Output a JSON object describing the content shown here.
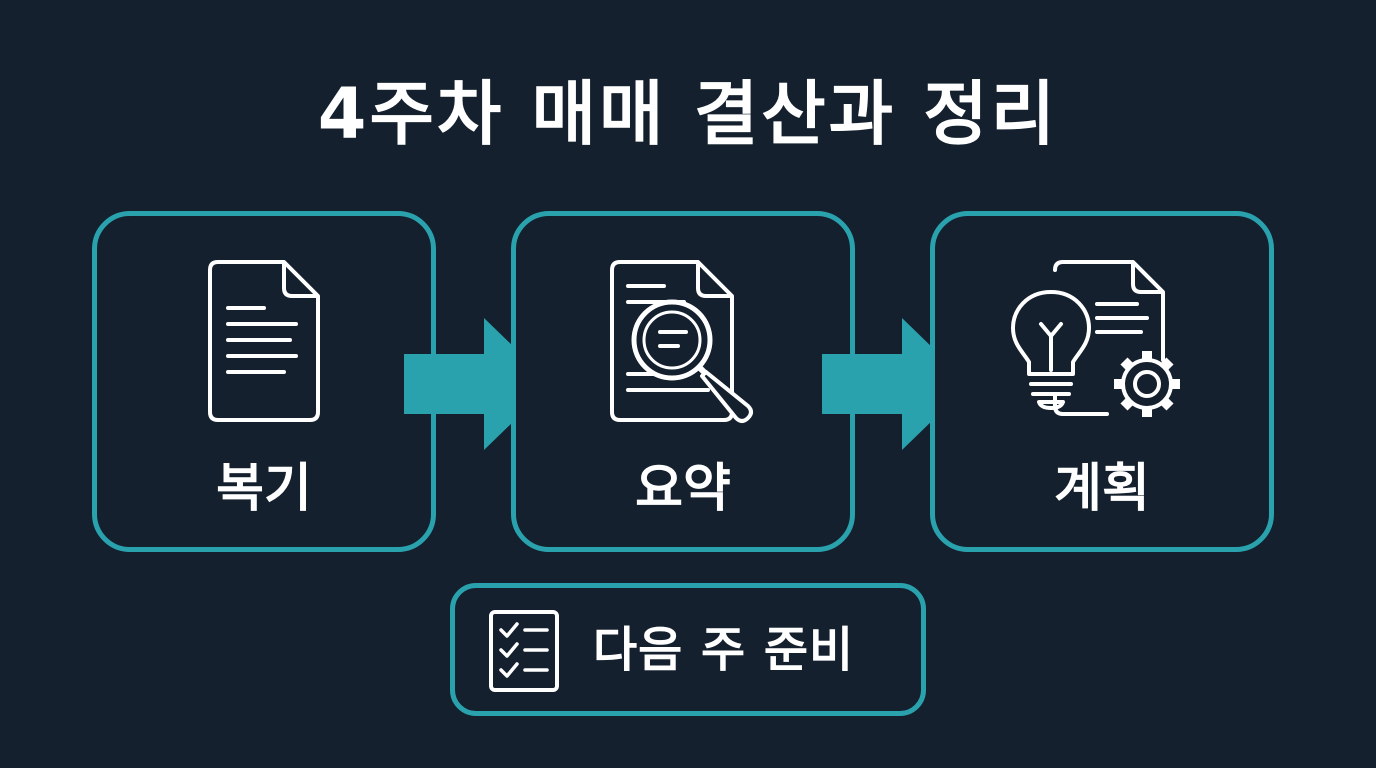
{
  "title": "4주차 매매 결산과 정리",
  "steps": [
    {
      "label": "복기",
      "icon": "document-icon"
    },
    {
      "label": "요약",
      "icon": "document-search-icon"
    },
    {
      "label": "계획",
      "icon": "lightbulb-document-gear-icon"
    }
  ],
  "next": {
    "label": "다음 주 준비",
    "icon": "checklist-icon"
  },
  "colors": {
    "background": "#14202e",
    "accent": "#2aa2ae",
    "text": "#ffffff"
  }
}
